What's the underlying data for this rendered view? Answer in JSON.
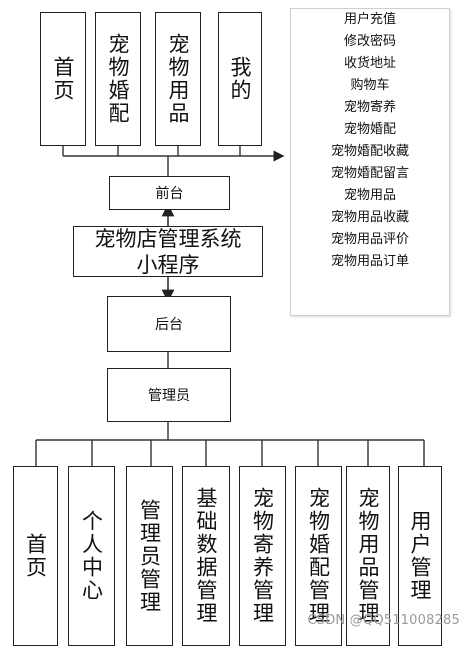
{
  "top_nav": [
    "首页",
    "宠物婚配",
    "宠物用品",
    "我的"
  ],
  "front_features": [
    "用户充值",
    "修改密码",
    "收货地址",
    "购物车",
    "宠物寄养",
    "宠物婚配",
    "宠物婚配收藏",
    "宠物婚配留言",
    "宠物用品",
    "宠物用品收藏",
    "宠物用品评价",
    "宠物用品订单"
  ],
  "front_label": "前台",
  "system_title_lines": [
    "宠物店管理系统",
    "小程序"
  ],
  "back_label": "后台",
  "admin_label": "管理员",
  "admin_modules": [
    "首页",
    "个人中心",
    "管理员管理",
    "基础数据管理",
    "宠物寄养管理",
    "宠物婚配管理",
    "宠物用品管理",
    "用户管理"
  ],
  "watermark": "CSDN @QQ511008285"
}
